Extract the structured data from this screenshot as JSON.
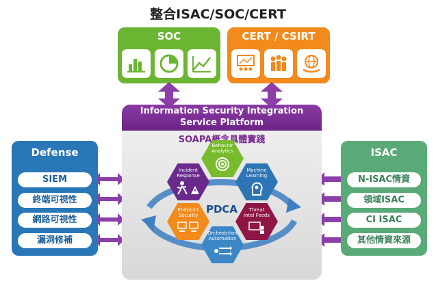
{
  "title": "整合ISAC/SOC/CERT",
  "soc": {
    "label": "SOC",
    "icons": [
      "bar-chart-icon",
      "pie-chart-icon",
      "line-chart-icon"
    ],
    "color": "#6bb533"
  },
  "cert": {
    "label": "CERT / CSIRT",
    "icons": [
      "presentation-icon",
      "team-icon",
      "globe-hands-icon"
    ],
    "color": "#f28a1c"
  },
  "platform": {
    "line1": "Information Security Integration",
    "line2": "Service Platform",
    "subtitle": "SOAPA概念具體實踐",
    "center": "PDCA",
    "color": "#7a2a93"
  },
  "hexes": [
    {
      "label": "Behavior\nAnalytics",
      "icon": "radar-icon",
      "color": "#78bb2d"
    },
    {
      "label": "Machine\nLearning",
      "icon": "head-gear-icon",
      "color": "#2d75b5"
    },
    {
      "label": "Threat\nIntel Feeds",
      "icon": "monitor-user-icon",
      "color": "#8e1645"
    },
    {
      "label": "Orchestrtion\nAutomation",
      "icon": "workflow-icon",
      "color": "#3c86c5"
    },
    {
      "label": "Endpoint\nSecurity",
      "icon": "computers-icon",
      "color": "#f28a1c"
    },
    {
      "label": "Incident\nResponse",
      "icon": "running-people-icon",
      "color": "#6a2a8c"
    }
  ],
  "defense": {
    "label": "Defense",
    "items": [
      "SIEM",
      "終端可視性",
      "網路可視性",
      "漏洞修補"
    ],
    "color": "#2a77b8"
  },
  "isac": {
    "label": "ISAC",
    "items": [
      "N-ISAC情資",
      "領域ISAC",
      "CI ISAC",
      "其他情資來源"
    ],
    "color": "#5aaa78"
  }
}
